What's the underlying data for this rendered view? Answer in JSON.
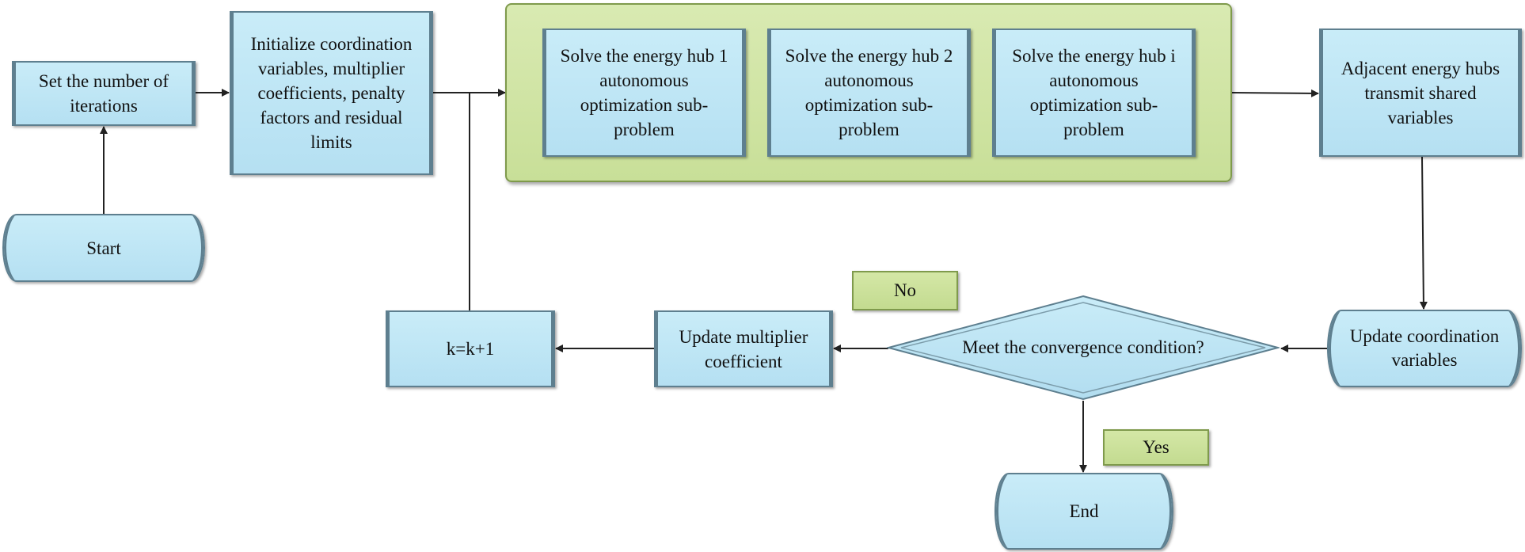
{
  "nodes": {
    "set_iterations": "Set the number of iterations",
    "initialize": "Initialize coordination variables, multiplier coefficients, penalty factors and residual limits",
    "start": "Start",
    "hub1": "Solve the energy hub 1 autonomous optimization sub-problem",
    "hub2": "Solve the energy hub 2 autonomous optimization sub-problem",
    "hubi": "Solve the energy hub i autonomous optimization sub-problem",
    "transmit": "Adjacent energy hubs transmit shared variables",
    "update_coord": "Update coordination variables",
    "convergence": "Meet the convergence condition?",
    "update_multiplier": "Update multiplier coefficient",
    "increment": "k=k+1",
    "end": "End"
  },
  "labels": {
    "no": "No",
    "yes": "Yes"
  },
  "colors": {
    "process_fill": "#bfe6f5",
    "group_fill": "#cfe3a3",
    "border": "#5e7f8f",
    "arrow": "#222222"
  }
}
